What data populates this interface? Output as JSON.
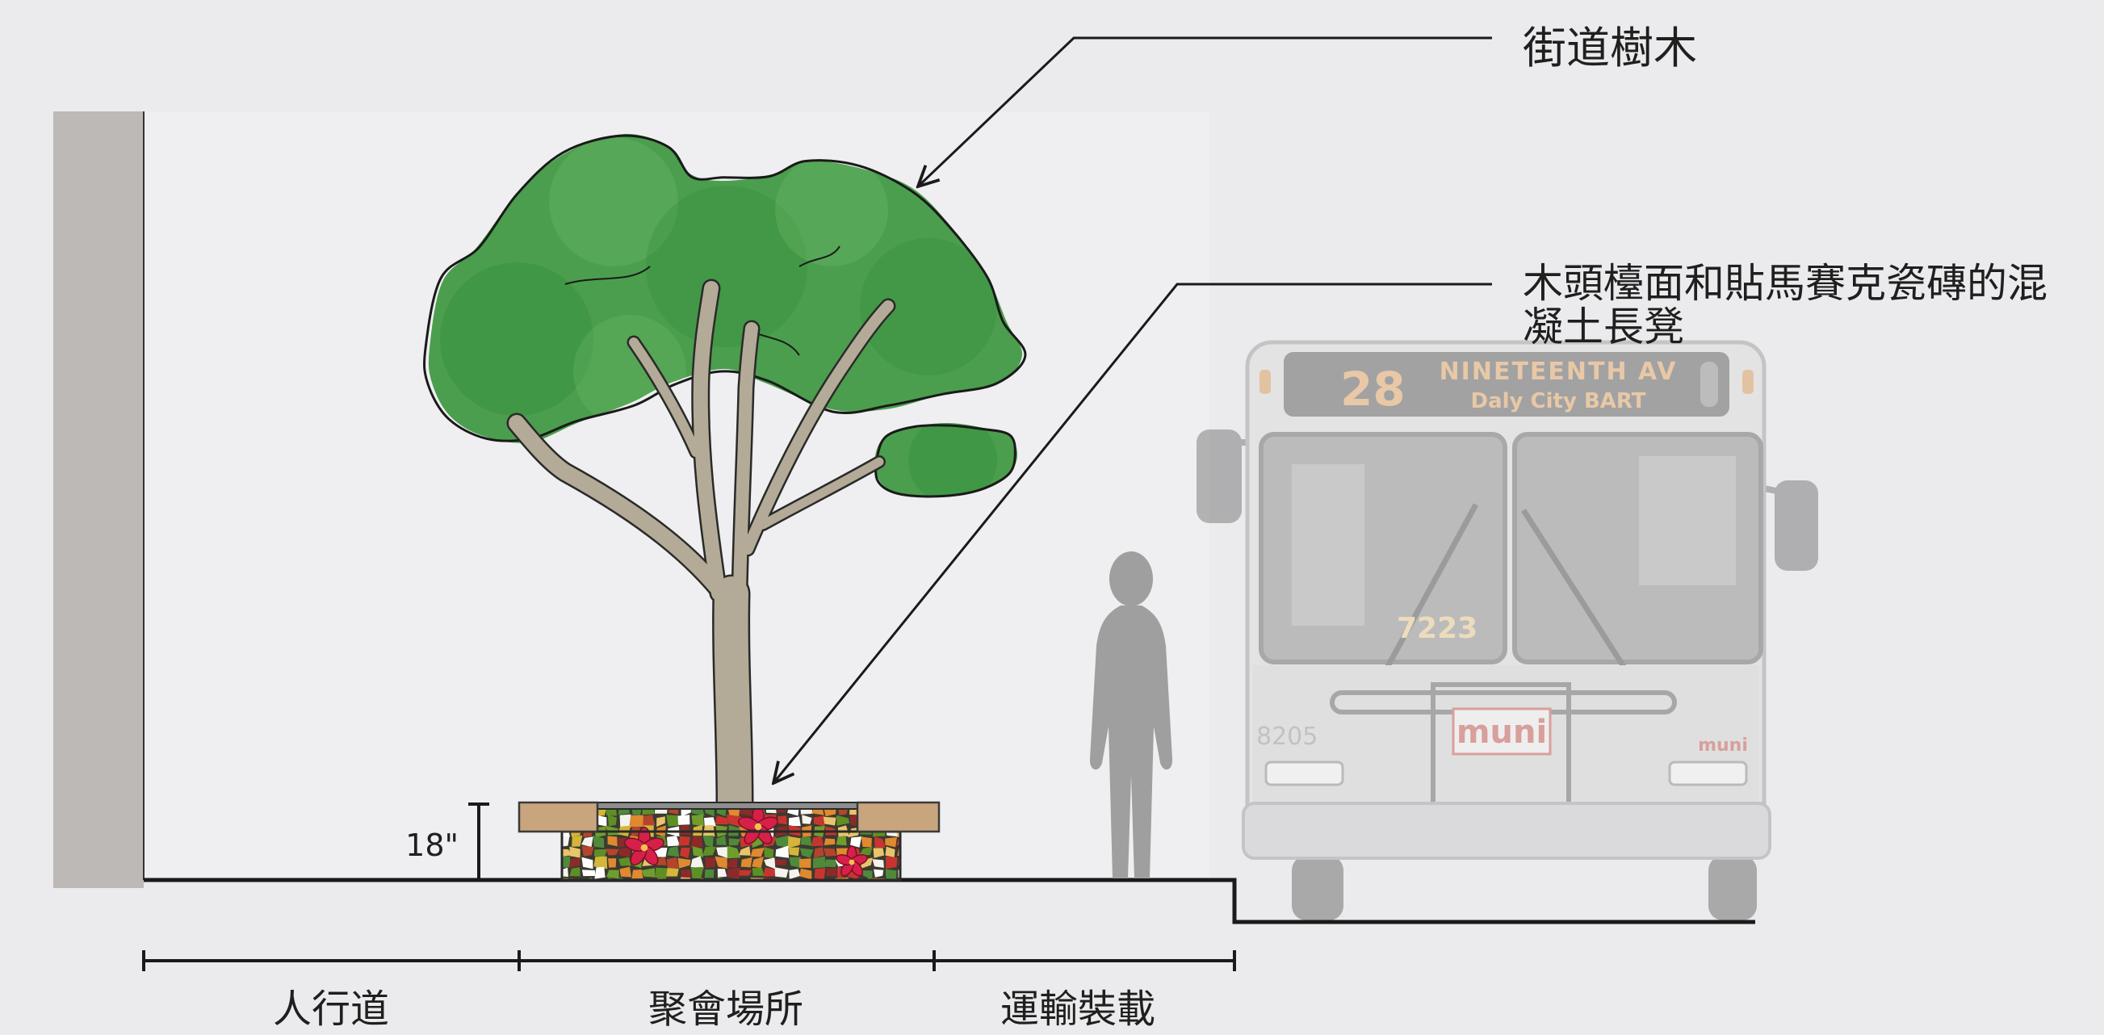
{
  "callouts": {
    "street_tree": "街道樹木",
    "bench": [
      "木頭檯面和貼馬賽克瓷磚的混",
      "凝土長凳"
    ]
  },
  "dimensions": {
    "bench_height": "18\""
  },
  "zones": [
    {
      "label": "人行道"
    },
    {
      "label": "聚會場所"
    },
    {
      "label": "運輸裝載"
    }
  ],
  "bus": {
    "route_number": "28",
    "destination": "NINETEENTH AV",
    "destination_sub": "Daly City BART",
    "windshield_number": "7223",
    "fleet_number": "8205",
    "logo": "muni"
  },
  "colors": {
    "background": "#ebebed",
    "building_wall": "#bcb9b7",
    "canopy": "#4b9e4d",
    "trunk": "#b3ab97",
    "bench_wood": "#c8a57c",
    "mosaic_flower": "#d6204a",
    "pedestrian": "#9f9f9f",
    "linework": "#1a1a1a"
  }
}
